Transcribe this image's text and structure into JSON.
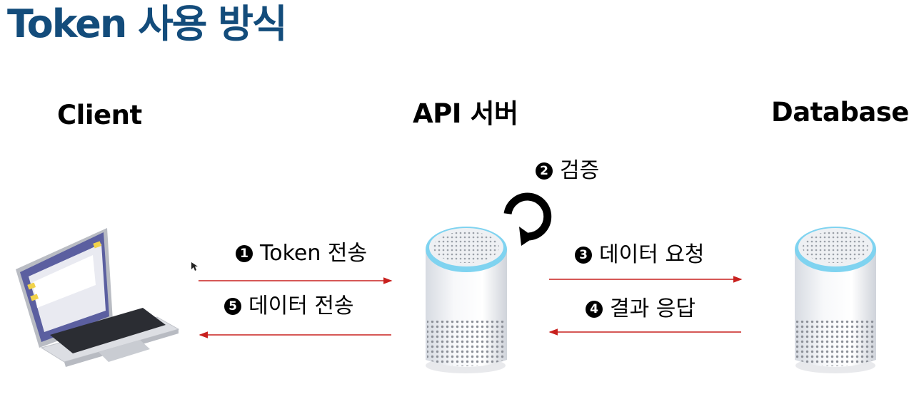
{
  "title": "Token 사용 방식",
  "columns": {
    "client": "Client",
    "api_server": "API 서버",
    "database": "Database"
  },
  "steps": [
    {
      "num": "1",
      "label": "Token 전송"
    },
    {
      "num": "2",
      "label": "검증"
    },
    {
      "num": "3",
      "label": "데이터 요청"
    },
    {
      "num": "4",
      "label": "결과 응답"
    },
    {
      "num": "5",
      "label": "데이터 전송"
    }
  ],
  "colors": {
    "title": "#134c7b",
    "arrow": "#c8201e",
    "server_glow": "#7fd3f0",
    "laptop_screen": "#5b5fa0"
  },
  "icons": [
    "laptop-icon",
    "api-server-icon",
    "database-server-icon",
    "verify-cycle-arrow-icon",
    "mouse-cursor-icon"
  ]
}
